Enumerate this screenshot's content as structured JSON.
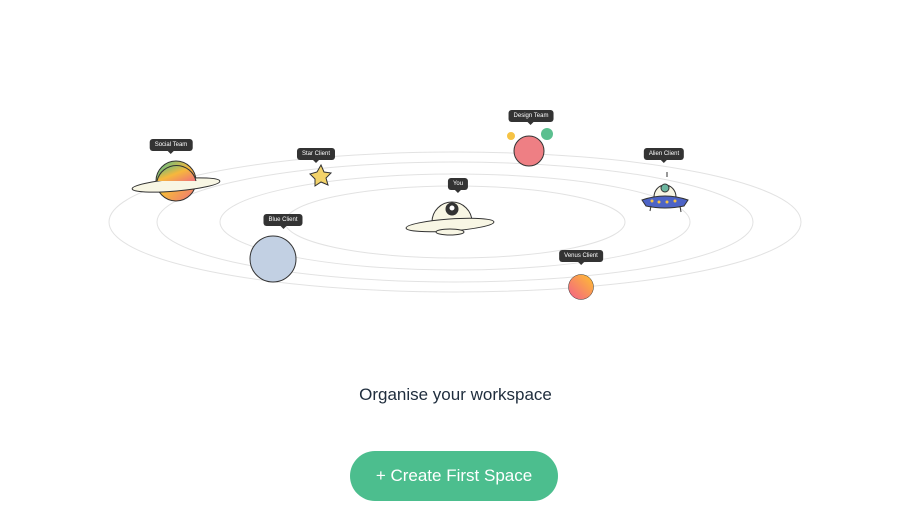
{
  "orbit_labels": {
    "social": "Social Team",
    "star": "Star Client",
    "you": "You",
    "design": "Design Team",
    "alien": "Alien Client",
    "blue": "Blue Client",
    "venus": "Venus Client"
  },
  "subtitle": "Organise your workspace",
  "create_button": "+ Create First Space",
  "colors": {
    "accent": "#4cbe8e",
    "text": "#1f2d3d"
  }
}
